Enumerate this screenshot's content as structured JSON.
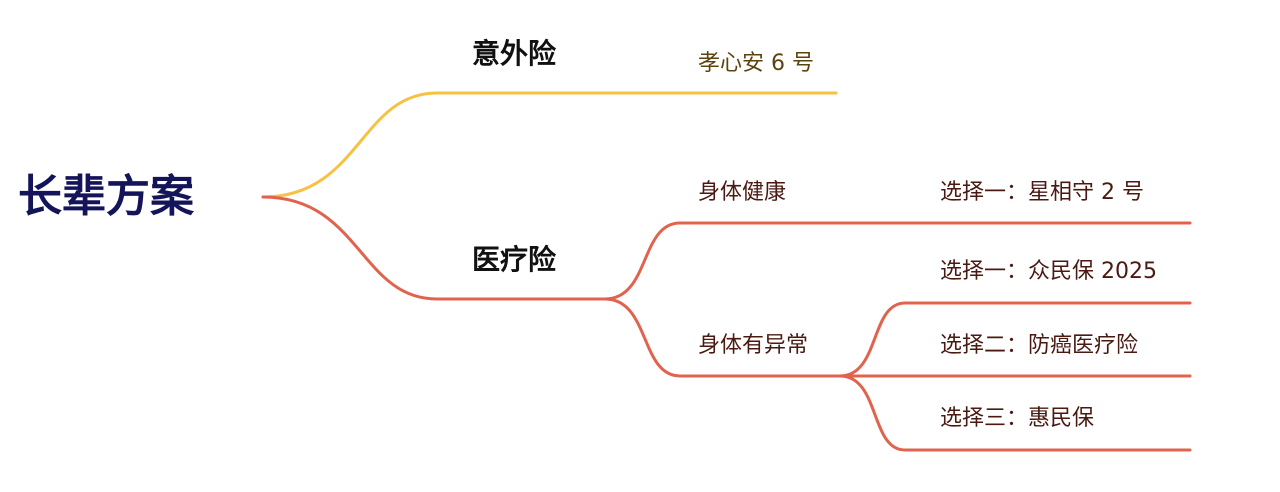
{
  "root": {
    "label": "长辈方案"
  },
  "branches": [
    {
      "label": "意外险",
      "color": "#f7c244",
      "children": [
        {
          "label": "孝心安 6 号"
        }
      ]
    },
    {
      "label": "医疗险",
      "color": "#e0634e",
      "children": [
        {
          "label": "身体健康",
          "children": [
            {
              "label": "选择一：星相守 2 号"
            }
          ]
        },
        {
          "label": "身体有异常",
          "children": [
            {
              "label": "选择一：众民保 2025"
            },
            {
              "label": "选择二：防癌医疗险"
            },
            {
              "label": "选择三：惠民保"
            }
          ]
        }
      ]
    }
  ]
}
